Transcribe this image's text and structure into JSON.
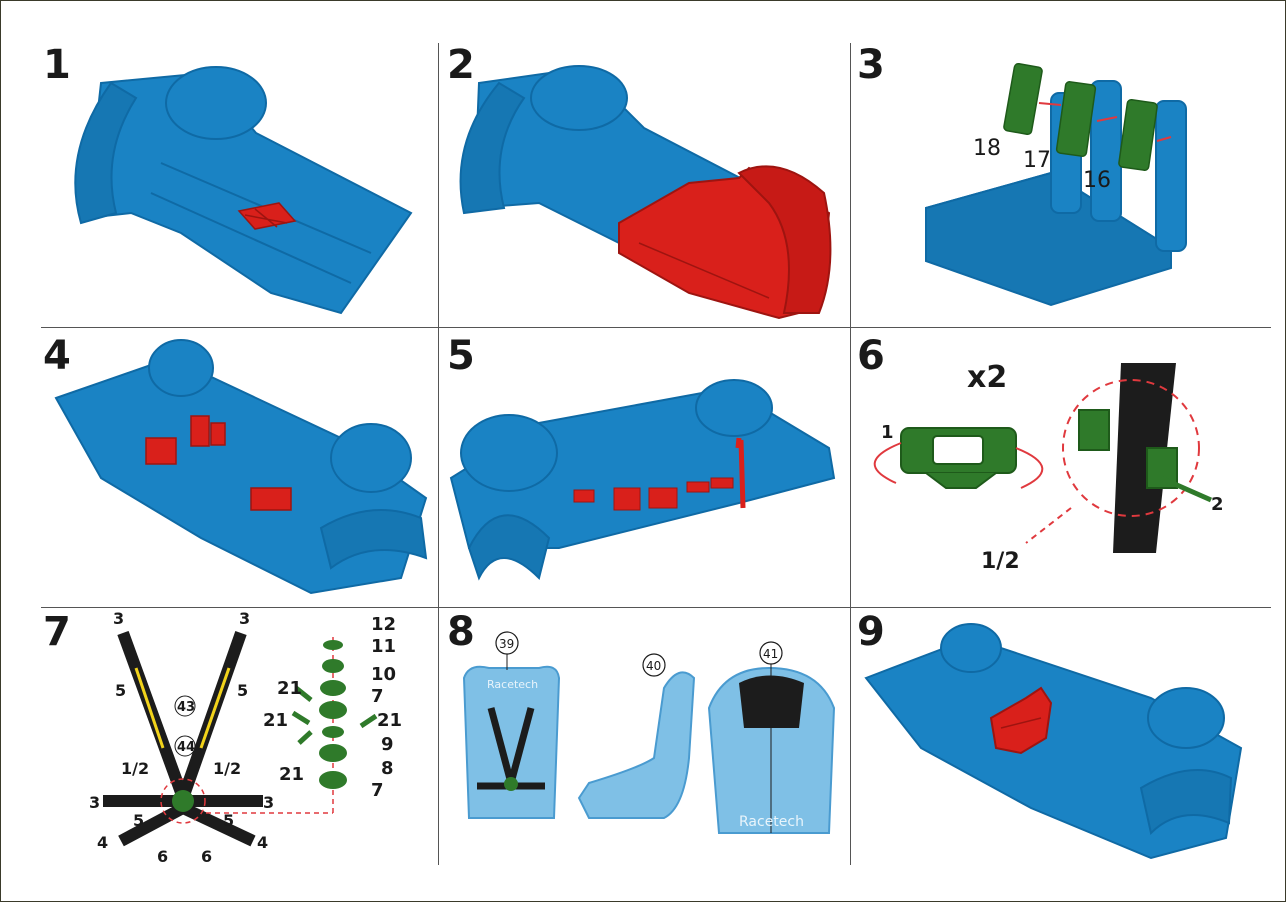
{
  "colors": {
    "blue": "#1a83c4",
    "blue_dark": "#0f6aa5",
    "blue_light": "#7fc0e6",
    "red": "#d9201b",
    "green": "#2f7a2a",
    "black": "#1c1c1c",
    "dashed_red": "#e0393e"
  },
  "steps": [
    {
      "number": "1"
    },
    {
      "number": "2"
    },
    {
      "number": "3",
      "labels": [
        "18",
        "17",
        "16"
      ]
    },
    {
      "number": "4"
    },
    {
      "number": "5"
    },
    {
      "number": "6",
      "multiplier": "x2",
      "labels": [
        "1",
        "2",
        "1/2"
      ]
    },
    {
      "number": "7",
      "belt_labels": [
        "3",
        "3",
        "5",
        "5",
        "43",
        "44",
        "1/2",
        "1/2",
        "3",
        "3",
        "5",
        "5",
        "4",
        "4",
        "6",
        "6"
      ],
      "parts_labels": [
        "12",
        "11",
        "10",
        "7",
        "9",
        "8",
        "7",
        "21",
        "21",
        "21",
        "21"
      ]
    },
    {
      "number": "8",
      "seat_labels": [
        "39",
        "40",
        "41"
      ],
      "brand": "Racetech"
    },
    {
      "number": "9"
    }
  ]
}
